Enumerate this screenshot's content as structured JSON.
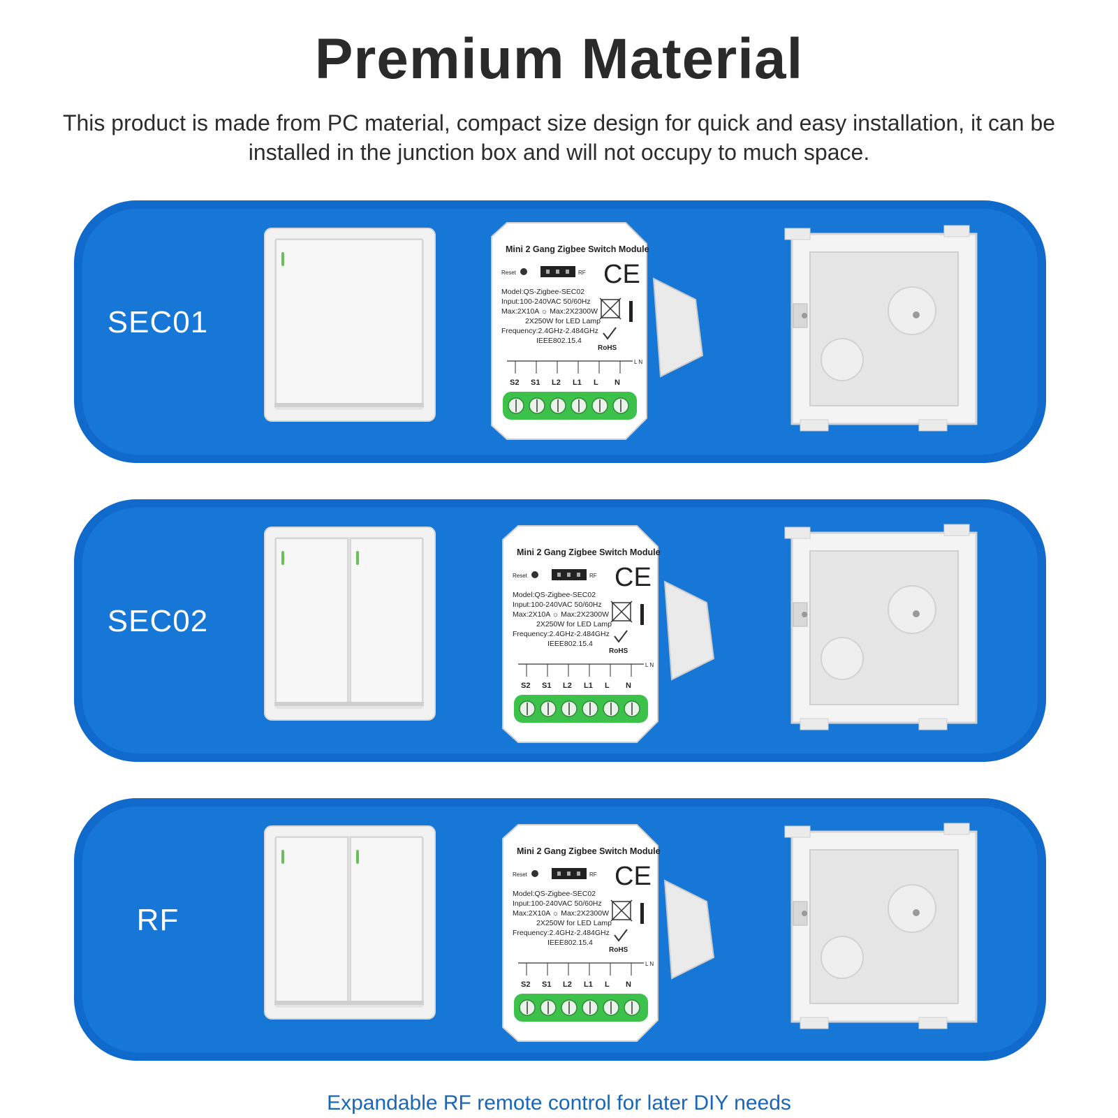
{
  "header": {
    "title": "Premium Material",
    "subtitle": "This product is made from PC material, compact size design for quick and easy installation, it can be installed in the junction box and will not occupy to much space."
  },
  "panels": [
    {
      "label": "SEC01",
      "gangs": 1
    },
    {
      "label": "SEC02",
      "gangs": 2
    },
    {
      "label": "RF",
      "gangs": 2
    }
  ],
  "module": {
    "name": "Mini 2 Gang Zigbee Switch Module",
    "reset": "Reset",
    "rf": "RF",
    "model": "Model:QS-Zigbee-SEC02",
    "input": "Input:100-240VAC 50/60Hz",
    "max": "Max:2X10A ☼ Max:2X2300W",
    "led": "2X250W for LED Lamp",
    "frequency": "Frequency:2.4GHz-2.484GHz",
    "standard": "IEEE802.15.4",
    "ce": "CE",
    "rohs": "RoHS",
    "ln": "L N",
    "terminals": [
      "S2",
      "S1",
      "L2",
      "L1",
      "L",
      "N"
    ]
  },
  "footer": {
    "text": "Expandable RF remote control for later DIY needs"
  },
  "colors": {
    "panel": "#1677d6",
    "terminal_green": "#3cc24a",
    "footer_text": "#1a66b8"
  }
}
